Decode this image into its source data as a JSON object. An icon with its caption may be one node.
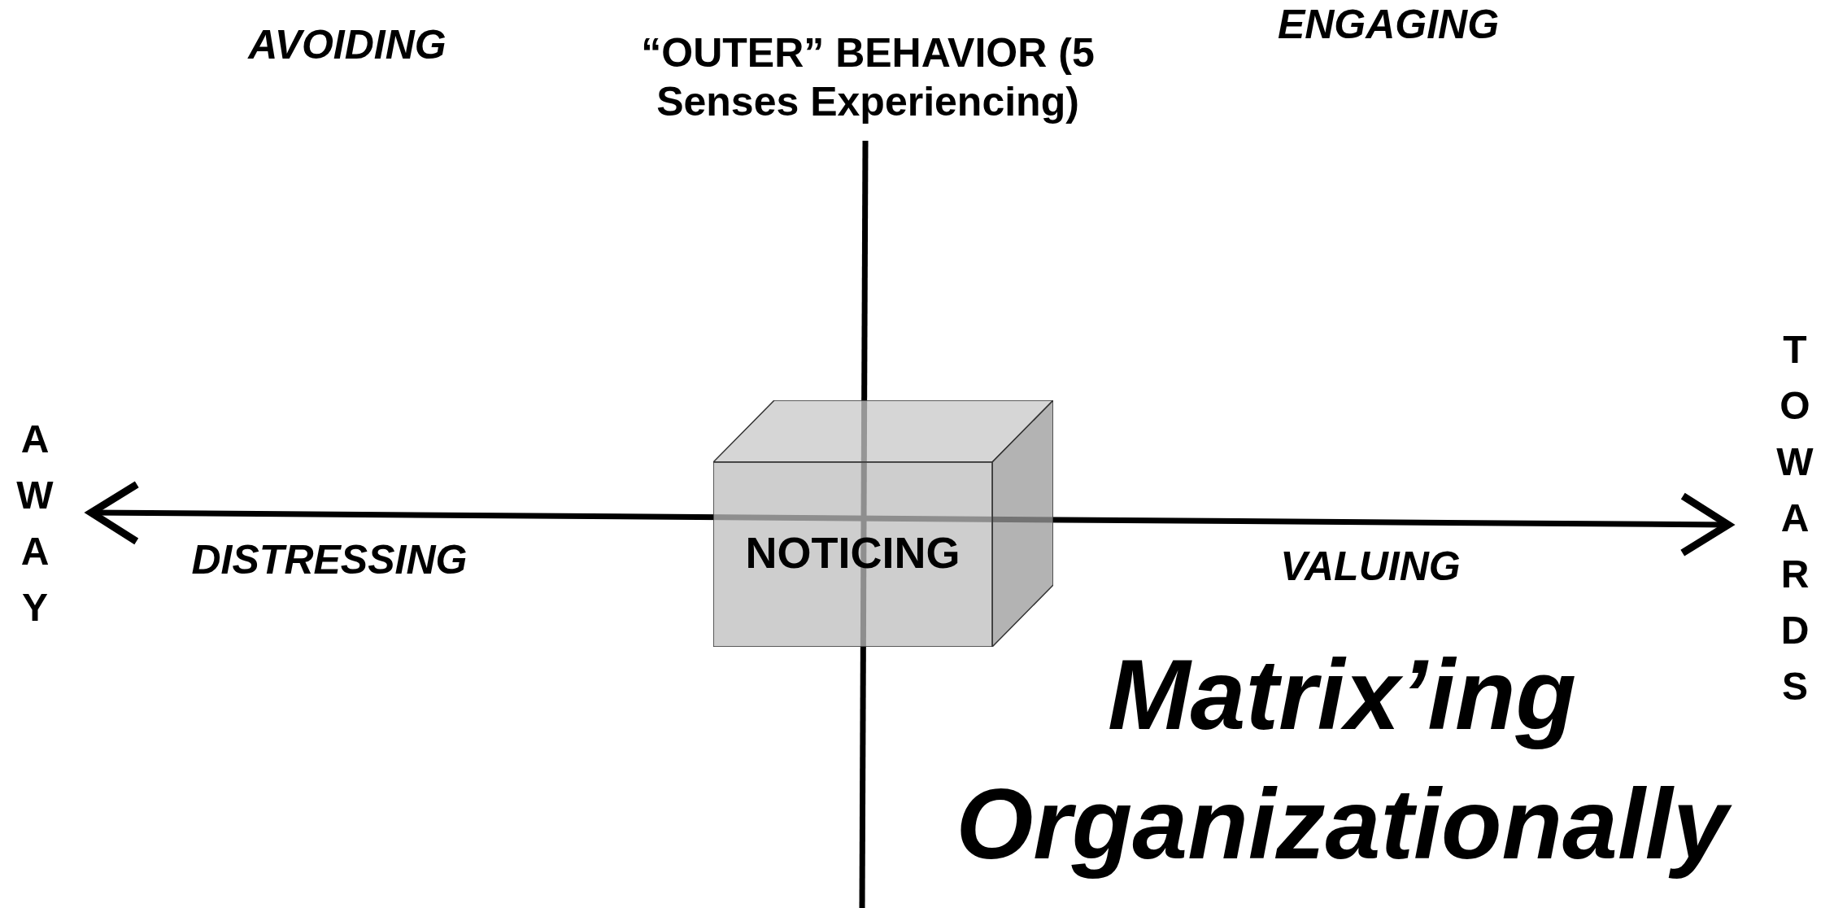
{
  "diagram": {
    "title": "Matrix’ing Organizationally",
    "nodes": [
      {
        "text": [
          "NOTICING"
        ]
      }
    ],
    "labels": [
      "AVOIDING",
      "“OUTER” BEHAVIOR (5 Senses Experiencing)",
      "ENGAGING",
      "TOWARDS",
      "AWAY",
      "DISTRESSING",
      "VALUING"
    ]
  }
}
